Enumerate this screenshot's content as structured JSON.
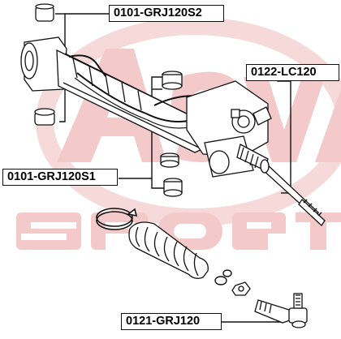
{
  "watermark": {
    "brand": "ASVA",
    "subtitle": "SPORT",
    "color": "#f3c9c9"
  },
  "labels": {
    "bushing_upper": "0101-GRJ120S2",
    "rack_assembly": "0122-LC120",
    "bushing_lower": "0101-GRJ120S1",
    "tie_rod_end": "0121-GRJ120"
  },
  "colors": {
    "line": "#111111",
    "part_fill": "#ffffff",
    "label_border": "#111111"
  }
}
